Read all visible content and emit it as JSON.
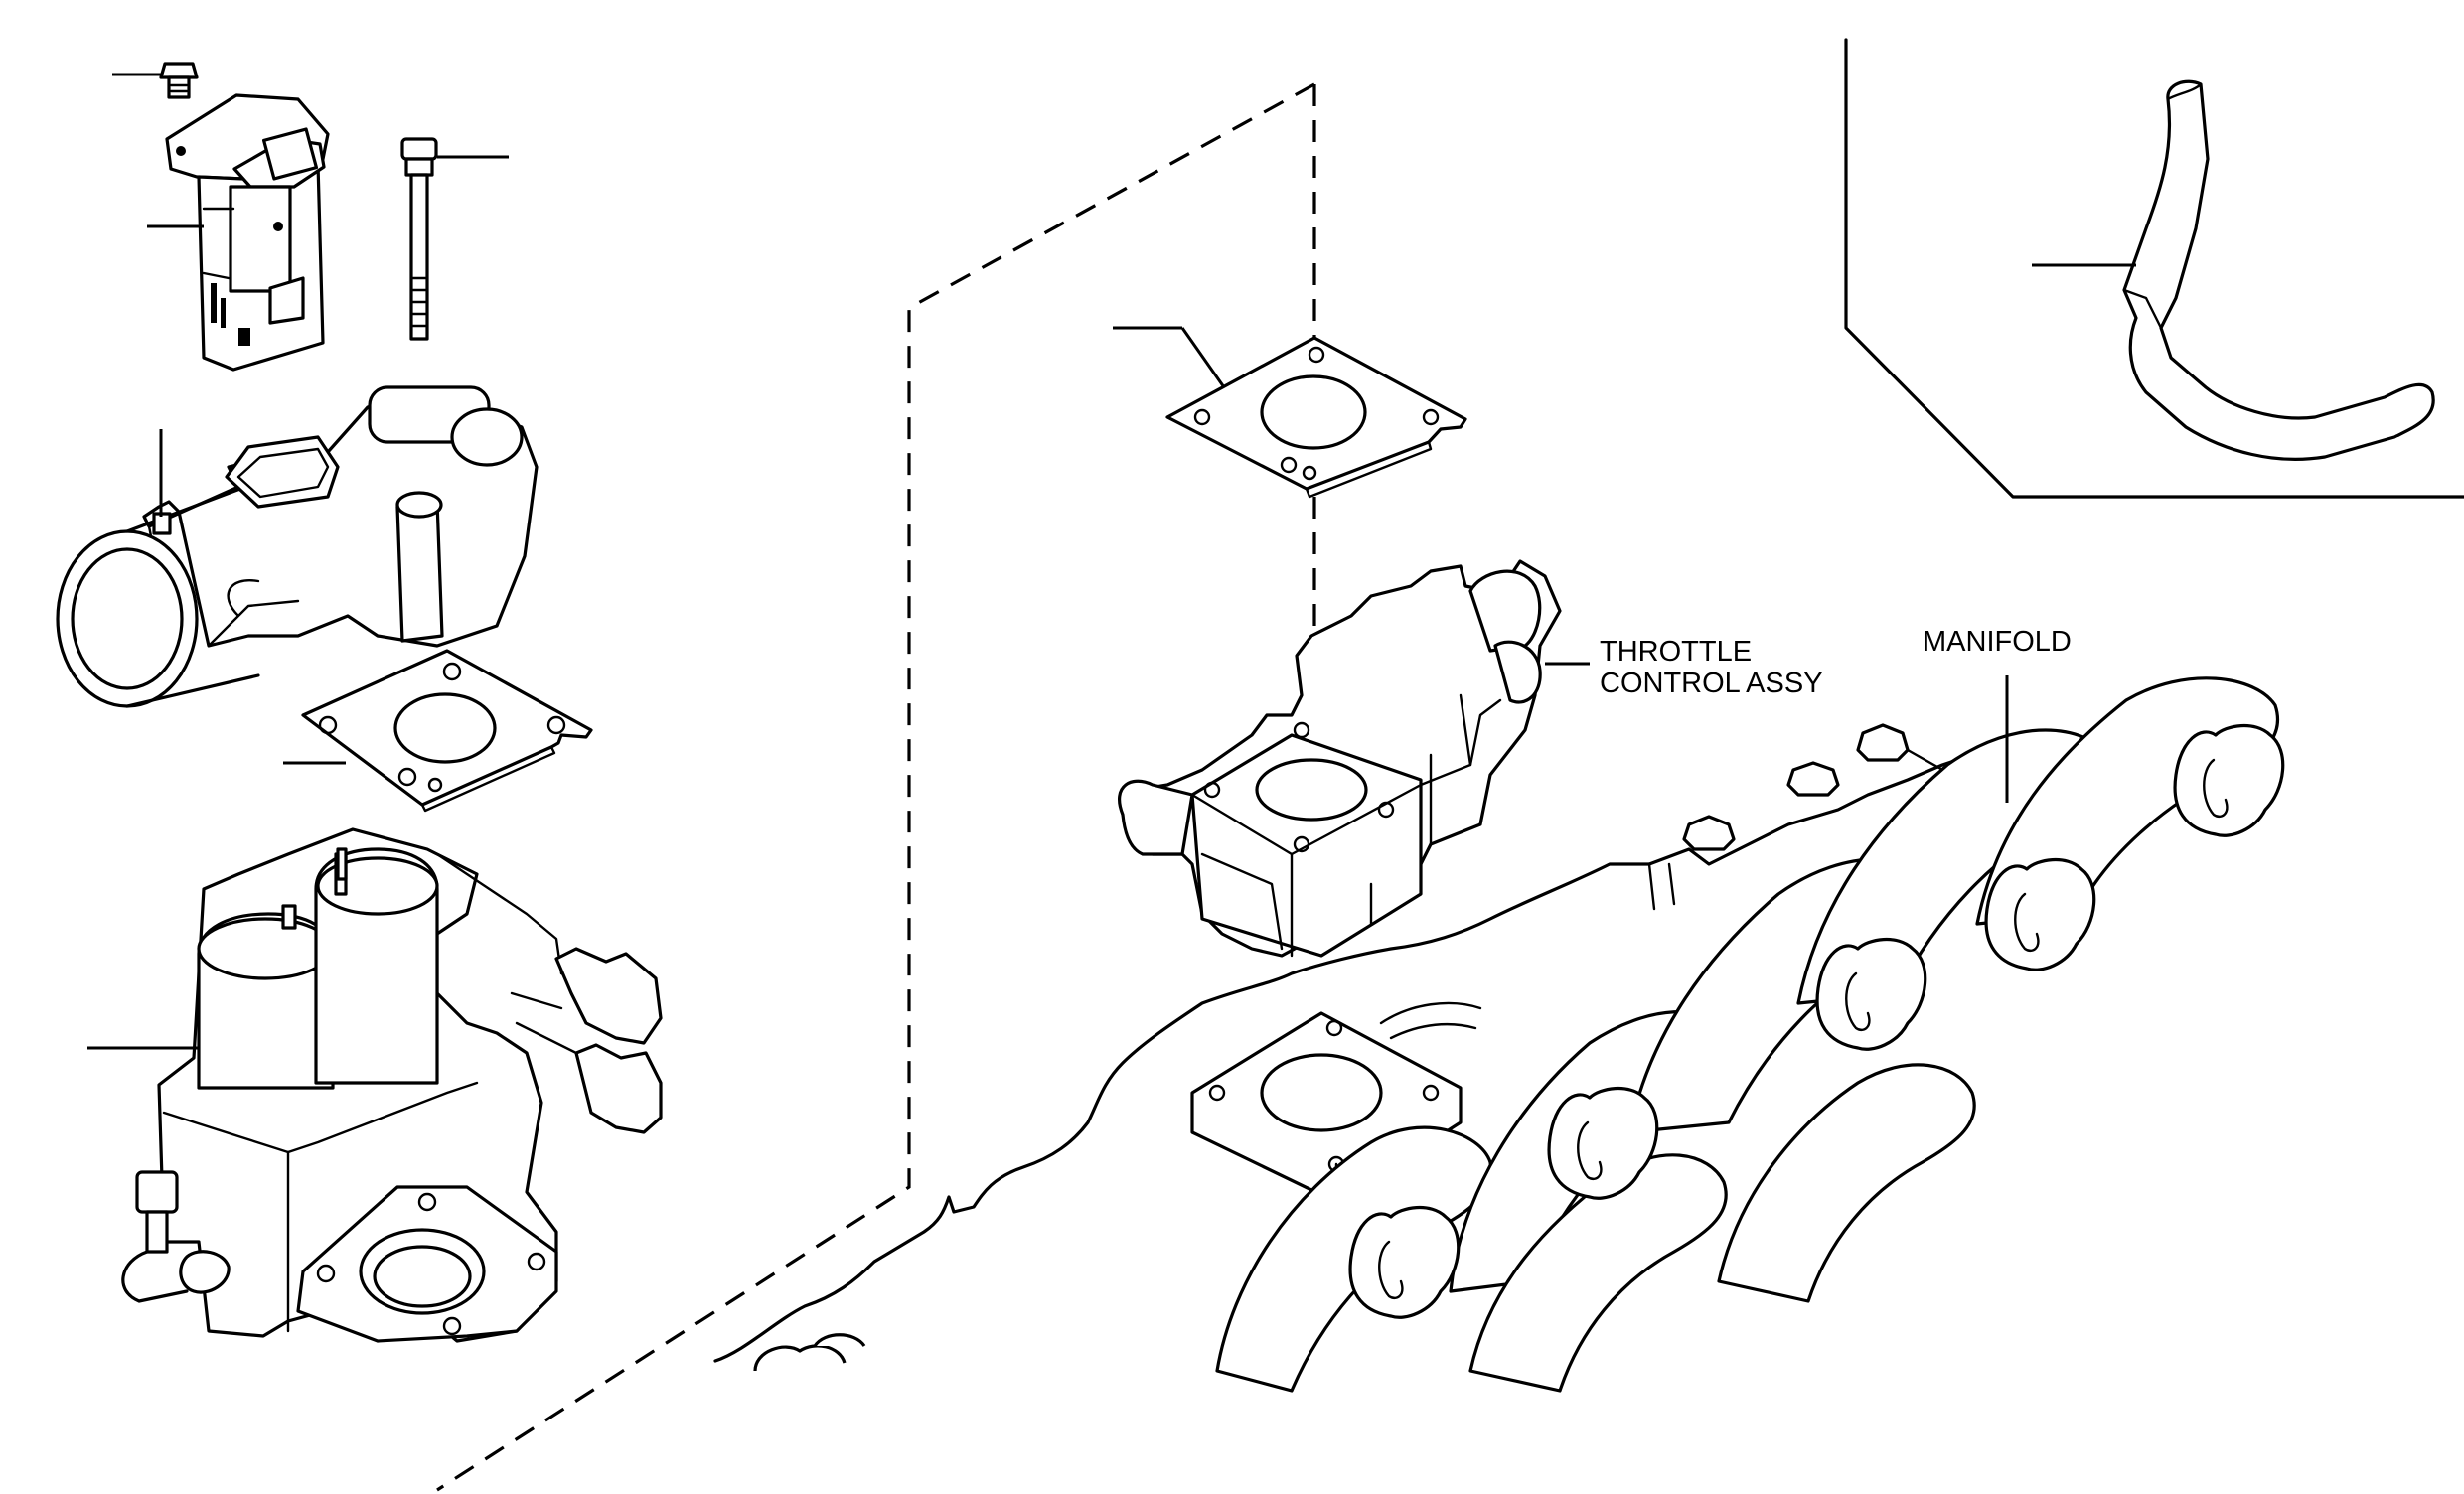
{
  "labels": {
    "throttle_line1": "THROTTLE",
    "throttle_line2": "CONTROL ASSY",
    "manifold": "MANIFOLD"
  }
}
